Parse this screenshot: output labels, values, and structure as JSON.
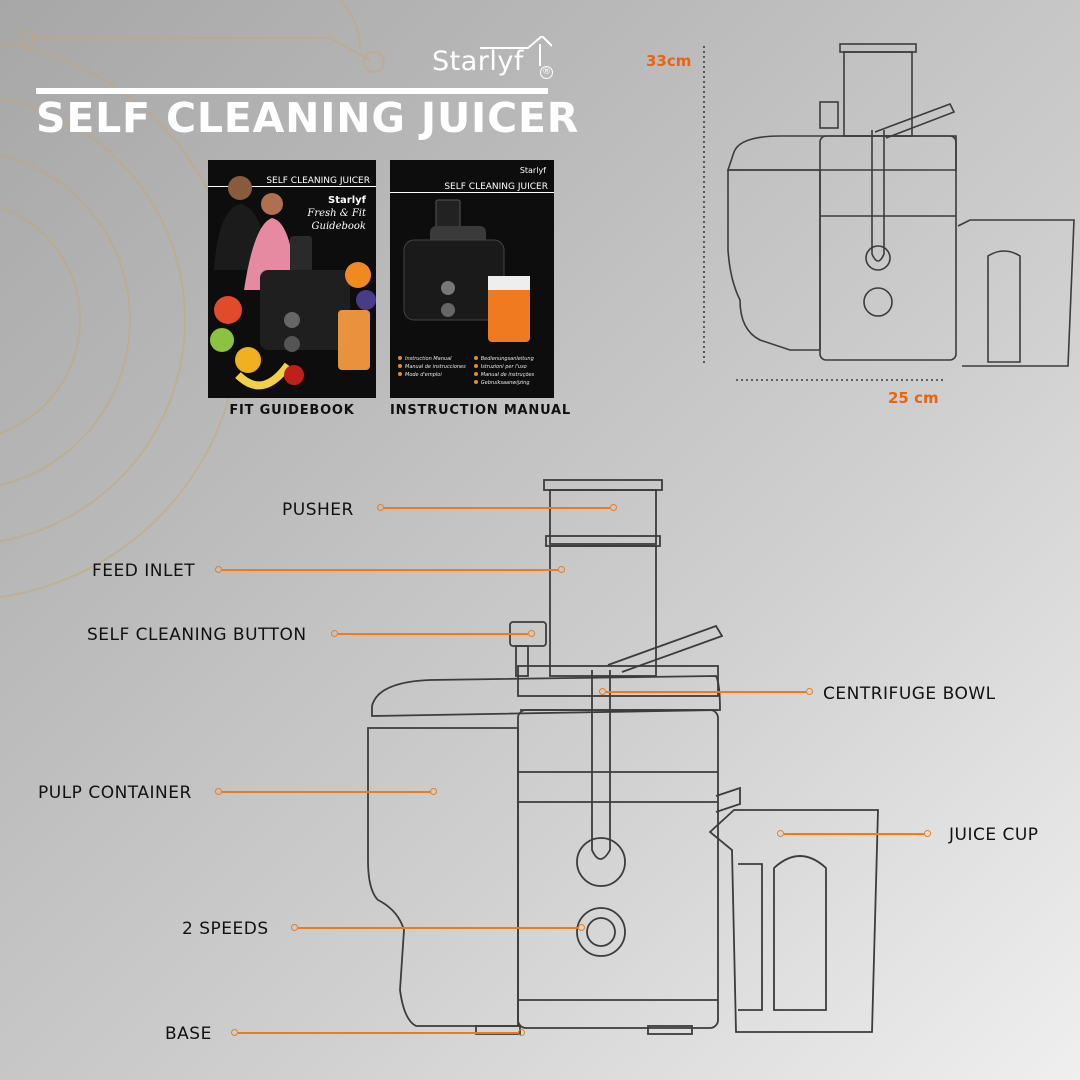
{
  "brand": {
    "name": "Starlyf",
    "registered_mark": "®"
  },
  "title": "SELF CLEANING JUICER",
  "booklets": [
    {
      "header": "SELF CLEANING JUICER",
      "brand": "Starlyf",
      "subtitle_line1": "Fresh & Fit",
      "subtitle_line2": "Guidebook",
      "caption": "FIT GUIDEBOOK"
    },
    {
      "header": "SELF CLEANING JUICER",
      "brand": "Starlyf",
      "caption": "INSTRUCTION MANUAL",
      "languages": [
        "Instruction Manual",
        "Manual de instrucciones",
        "Mode d'emploi",
        "Bedienungsanleitung",
        "Istruzioni per l'uso",
        "Manual de instruções",
        "Gebruiksaanwijzing"
      ]
    }
  ],
  "dimensions": {
    "height": "33cm",
    "width": "25 cm"
  },
  "parts": {
    "pusher": "PUSHER",
    "feed_inlet": "FEED INLET",
    "self_cleaning_button": "SELF CLEANING BUTTON",
    "centrifuge_bowl": "CENTRIFUGE BOWL",
    "pulp_container": "PULP CONTAINER",
    "juice_cup": "JUICE CUP",
    "speeds": "2 SPEEDS",
    "base": "BASE"
  },
  "colors": {
    "accent": "#f07a1a",
    "dimension": "#e8650f",
    "line_art": "#3c3c3c"
  }
}
